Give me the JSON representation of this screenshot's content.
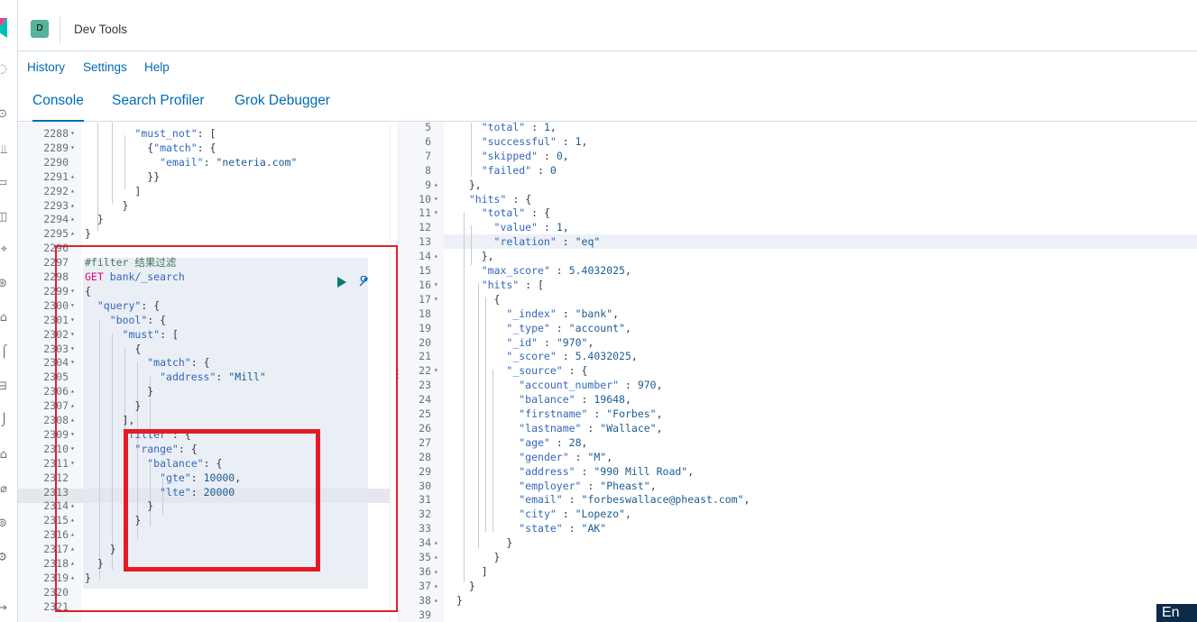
{
  "header": {
    "space_badge": "D",
    "app_title": "Dev Tools"
  },
  "menu": {
    "history": "History",
    "settings": "Settings",
    "help": "Help"
  },
  "tabs": [
    "Console",
    "Search Profiler",
    "Grok Debugger"
  ],
  "colors": {
    "accent": "#006bb4",
    "highlight_box": "#e51b23",
    "space_badge": "#54b399"
  },
  "rail_icons": [
    "kibana-logo",
    "clock-icon",
    "compass-icon",
    "visualize-icon",
    "dashboard-icon",
    "canvas-icon",
    "maps-icon",
    "ml-icon",
    "apm-icon",
    "logs-icon",
    "metrics-icon",
    "uptime-icon",
    "siem-icon",
    "devtools-icon",
    "monitoring-icon",
    "management-icon",
    "collapse-icon"
  ],
  "request_editor": {
    "lines": [
      {
        "n": "2288",
        "f": "▾",
        "t": "        \"must_not\": ["
      },
      {
        "n": "2289",
        "f": "▾",
        "t": "          {\"match\": {"
      },
      {
        "n": "2290",
        "f": "",
        "t": "            \"email\": \"neteria.com\""
      },
      {
        "n": "2291",
        "f": "▴",
        "t": "          }}"
      },
      {
        "n": "2292",
        "f": "▴",
        "t": "        ]"
      },
      {
        "n": "2293",
        "f": "▴",
        "t": "      }"
      },
      {
        "n": "2294",
        "f": "▴",
        "t": "  }"
      },
      {
        "n": "2295",
        "f": "▴",
        "t": "}"
      },
      {
        "n": "2296",
        "f": "",
        "t": ""
      },
      {
        "n": "2297",
        "f": "",
        "t": "#filter 结果过滤"
      },
      {
        "n": "2298",
        "f": "",
        "t": "GET bank/_search"
      },
      {
        "n": "2299",
        "f": "▾",
        "t": "{"
      },
      {
        "n": "2300",
        "f": "▾",
        "t": "  \"query\": {"
      },
      {
        "n": "2301",
        "f": "▾",
        "t": "    \"bool\": {"
      },
      {
        "n": "2302",
        "f": "▾",
        "t": "      \"must\": ["
      },
      {
        "n": "2303",
        "f": "▾",
        "t": "        {"
      },
      {
        "n": "2304",
        "f": "▾",
        "t": "          \"match\": {"
      },
      {
        "n": "2305",
        "f": "",
        "t": "            \"address\": \"Mill\""
      },
      {
        "n": "2306",
        "f": "▴",
        "t": "          }"
      },
      {
        "n": "2307",
        "f": "▴",
        "t": "        }"
      },
      {
        "n": "2308",
        "f": "▴",
        "t": "      ],"
      },
      {
        "n": "2309",
        "f": "▾",
        "t": "      \"filter\": {"
      },
      {
        "n": "2310",
        "f": "▾",
        "t": "        \"range\": {"
      },
      {
        "n": "2311",
        "f": "▾",
        "t": "          \"balance\": {"
      },
      {
        "n": "2312",
        "f": "",
        "t": "            \"gte\": 10000,"
      },
      {
        "n": "2313",
        "f": "",
        "t": "            \"lte\": 20000"
      },
      {
        "n": "2314",
        "f": "▴",
        "t": "          }"
      },
      {
        "n": "2315",
        "f": "▴",
        "t": "        }"
      },
      {
        "n": "2316",
        "f": "▴",
        "t": "      }"
      },
      {
        "n": "2317",
        "f": "▴",
        "t": "    }"
      },
      {
        "n": "2318",
        "f": "▴",
        "t": "  }"
      },
      {
        "n": "2319",
        "f": "▴",
        "t": "}"
      },
      {
        "n": "2320",
        "f": "",
        "t": ""
      },
      {
        "n": "2321",
        "f": "",
        "t": ""
      }
    ]
  },
  "response_viewer": {
    "lines": [
      {
        "n": "5",
        "f": "",
        "t": "    \"total\" : 1,"
      },
      {
        "n": "6",
        "f": "",
        "t": "    \"successful\" : 1,"
      },
      {
        "n": "7",
        "f": "",
        "t": "    \"skipped\" : 0,"
      },
      {
        "n": "8",
        "f": "",
        "t": "    \"failed\" : 0"
      },
      {
        "n": "9",
        "f": "▴",
        "t": "  },"
      },
      {
        "n": "10",
        "f": "▾",
        "t": "  \"hits\" : {"
      },
      {
        "n": "11",
        "f": "▾",
        "t": "    \"total\" : {"
      },
      {
        "n": "12",
        "f": "",
        "t": "      \"value\" : 1,"
      },
      {
        "n": "13",
        "f": "",
        "t": "      \"relation\" : \"eq\""
      },
      {
        "n": "14",
        "f": "▴",
        "t": "    },"
      },
      {
        "n": "15",
        "f": "",
        "t": "    \"max_score\" : 5.4032025,"
      },
      {
        "n": "16",
        "f": "▾",
        "t": "    \"hits\" : ["
      },
      {
        "n": "17",
        "f": "▾",
        "t": "      {"
      },
      {
        "n": "18",
        "f": "",
        "t": "        \"_index\" : \"bank\","
      },
      {
        "n": "19",
        "f": "",
        "t": "        \"_type\" : \"account\","
      },
      {
        "n": "20",
        "f": "",
        "t": "        \"_id\" : \"970\","
      },
      {
        "n": "21",
        "f": "",
        "t": "        \"_score\" : 5.4032025,"
      },
      {
        "n": "22",
        "f": "▾",
        "t": "        \"_source\" : {"
      },
      {
        "n": "23",
        "f": "",
        "t": "          \"account_number\" : 970,"
      },
      {
        "n": "24",
        "f": "",
        "t": "          \"balance\" : 19648,"
      },
      {
        "n": "25",
        "f": "",
        "t": "          \"firstname\" : \"Forbes\","
      },
      {
        "n": "26",
        "f": "",
        "t": "          \"lastname\" : \"Wallace\","
      },
      {
        "n": "27",
        "f": "",
        "t": "          \"age\" : 28,"
      },
      {
        "n": "28",
        "f": "",
        "t": "          \"gender\" : \"M\","
      },
      {
        "n": "29",
        "f": "",
        "t": "          \"address\" : \"990 Mill Road\","
      },
      {
        "n": "30",
        "f": "",
        "t": "          \"employer\" : \"Pheast\","
      },
      {
        "n": "31",
        "f": "",
        "t": "          \"email\" : \"forbeswallace@pheast.com\","
      },
      {
        "n": "32",
        "f": "",
        "t": "          \"city\" : \"Lopezo\","
      },
      {
        "n": "33",
        "f": "",
        "t": "          \"state\" : \"AK\""
      },
      {
        "n": "34",
        "f": "▴",
        "t": "        }"
      },
      {
        "n": "35",
        "f": "▴",
        "t": "      }"
      },
      {
        "n": "36",
        "f": "▴",
        "t": "    ]"
      },
      {
        "n": "37",
        "f": "▴",
        "t": "  }"
      },
      {
        "n": "38",
        "f": "▴",
        "t": "}"
      },
      {
        "n": "39",
        "f": "",
        "t": ""
      }
    ]
  },
  "ime_indicator": "En"
}
